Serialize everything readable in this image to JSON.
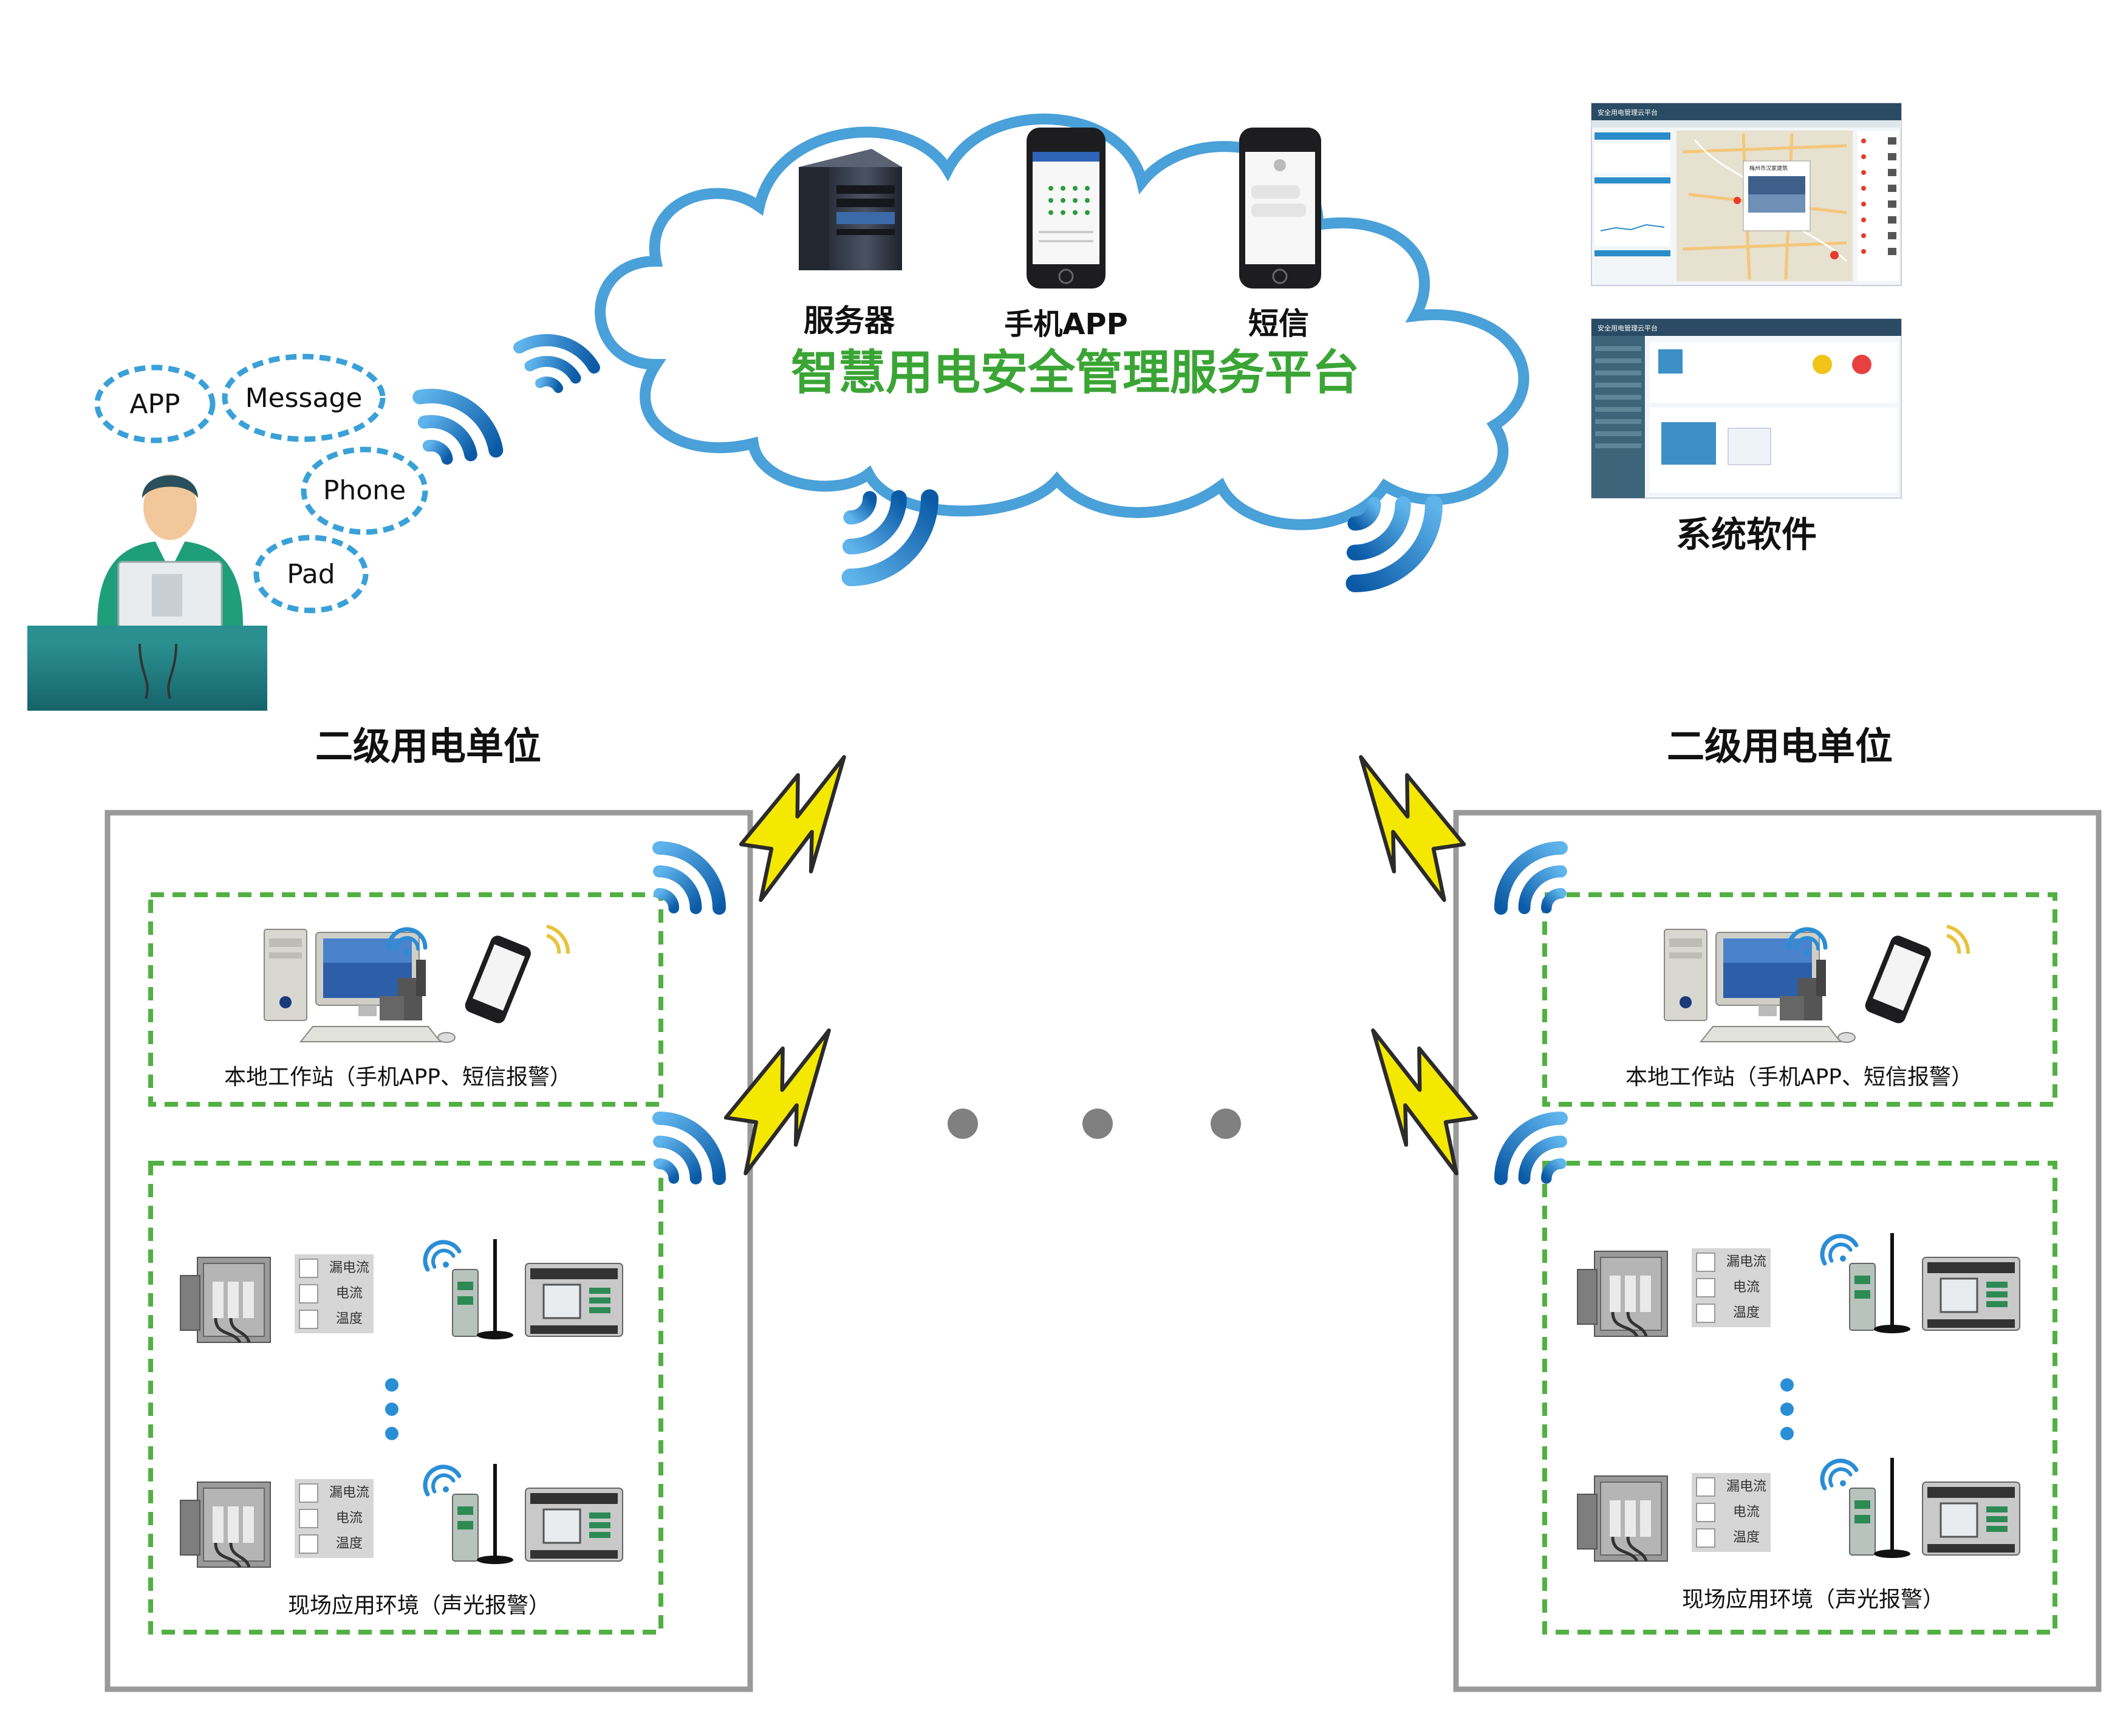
{
  "platform": {
    "title": "智慧用电安全管理服务平台",
    "server_label": "服务器",
    "app_label": "手机APP",
    "sms_label": "短信"
  },
  "user_bubbles": [
    "APP",
    "Message",
    "Phone",
    "Pad"
  ],
  "software": {
    "label": "系统软件",
    "screen1": {
      "title": "安全用电管理云平台",
      "map_label": "梅州市汉家建筑"
    },
    "screen2": {
      "title": "安全用电管理云平台"
    }
  },
  "units": [
    {
      "title": "二级用电单位",
      "workstation_label": "本地工作站（手机APP、短信报警）",
      "field_label": "现场应用环境（声光报警）",
      "sensors": [
        "漏电流",
        "电流",
        "温度"
      ]
    },
    {
      "title": "二级用电单位",
      "workstation_label": "本地工作站（手机APP、短信报警）",
      "field_label": "现场应用环境（声光报警）",
      "sensors": [
        "漏电流",
        "电流",
        "温度"
      ]
    }
  ],
  "colors": {
    "cloud_stroke": "#4aa0d8",
    "title_green": "#3aa535",
    "wifi_blue": "#1a72c0",
    "dashed_green": "#52b043",
    "box_gray": "#9a9a9a",
    "bolt_yellow": "#f5e800"
  }
}
